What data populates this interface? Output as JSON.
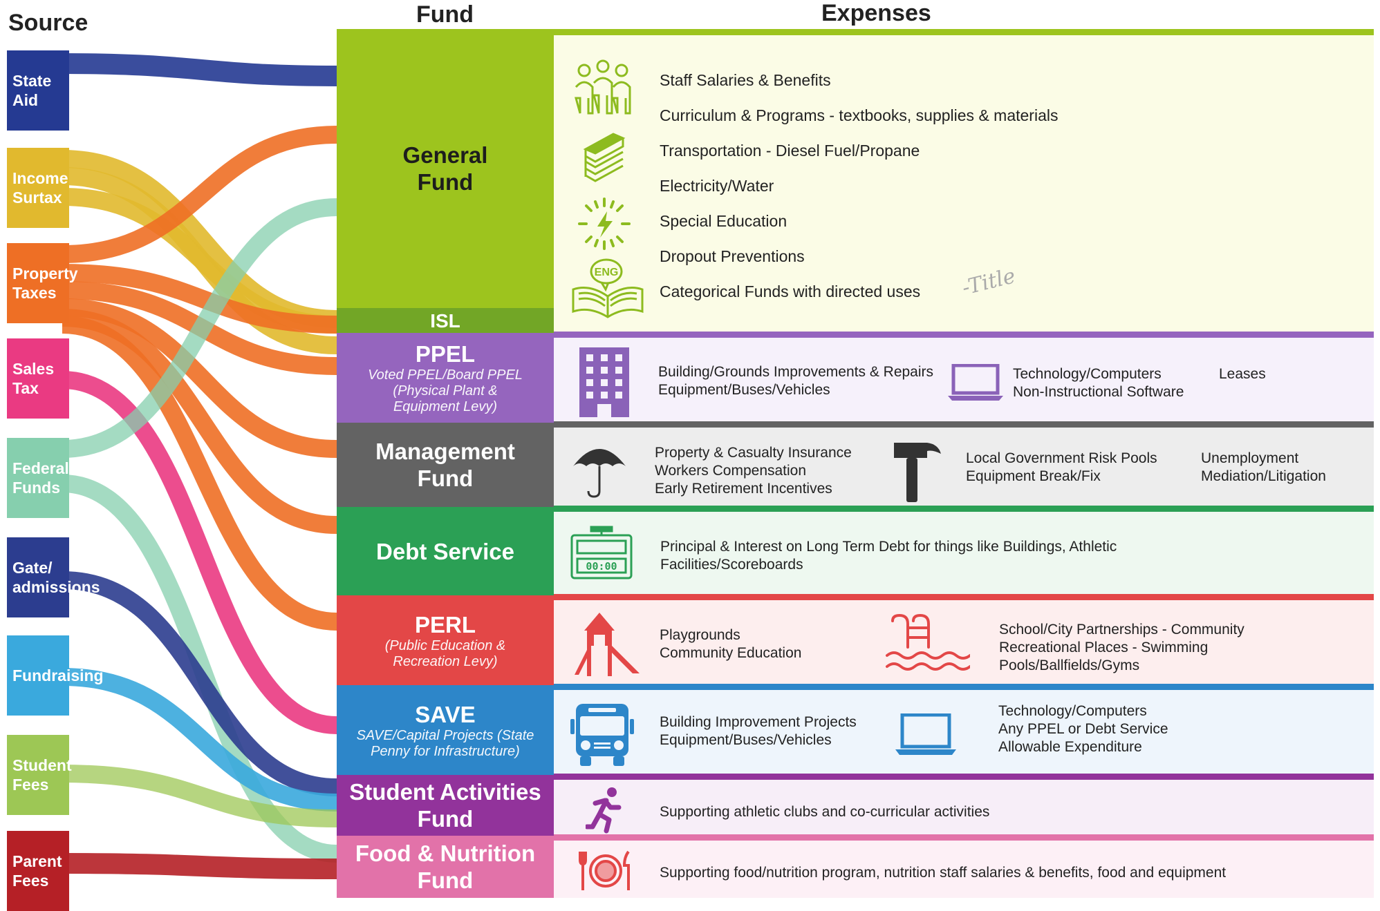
{
  "headers": {
    "source": "Source",
    "fund": "Fund",
    "expenses": "Expenses"
  },
  "colors": {
    "state_aid": "#253a92",
    "income_surtax": "#e1b92e",
    "property_taxes": "#ee6f25",
    "sales_tax": "#ea3a82",
    "federal_funds": "#86cfae",
    "gate_admissions": "#2c3d8f",
    "fundraising": "#3aa9dd",
    "student_fees": "#9dc755",
    "parent_fees": "#b52026",
    "general": "#9dc41e",
    "isl": "#72a626",
    "ppel": "#9565be",
    "management": "#636363",
    "debt": "#2ba055",
    "perl": "#e34747",
    "save": "#2d86c9",
    "activities": "#92339b",
    "food": "#e272a9"
  },
  "sources": [
    {
      "id": "state_aid",
      "label": "State\nAid"
    },
    {
      "id": "income_surtax",
      "label": "Income\nSurtax"
    },
    {
      "id": "property_taxes",
      "label": "Property\nTaxes"
    },
    {
      "id": "sales_tax",
      "label": "Sales Tax"
    },
    {
      "id": "federal_funds",
      "label": "Federal\nFunds"
    },
    {
      "id": "gate_admissions",
      "label": "Gate/\nadmissions"
    },
    {
      "id": "fundraising",
      "label": "Fundraising"
    },
    {
      "id": "student_fees",
      "label": "Student Fees"
    },
    {
      "id": "parent_fees",
      "label": "Parent Fees"
    }
  ],
  "funds": {
    "general": {
      "name": "General\nFund"
    },
    "isl": {
      "name": "ISL"
    },
    "ppel": {
      "name": "PPEL",
      "sub": "Voted PPEL/Board PPEL\n(Physical Plant &\nEquipment Levy)"
    },
    "management": {
      "name": "Management\nFund"
    },
    "debt": {
      "name": "Debt Service"
    },
    "perl": {
      "name": "PERL",
      "sub": "(Public Education &\nRecreation Levy)"
    },
    "save": {
      "name": "SAVE",
      "sub": "SAVE/Capital Projects (State\nPenny for Infrastructure)"
    },
    "activities": {
      "name": "Student Activities\nFund"
    },
    "food": {
      "name": "Food & Nutrition\nFund"
    }
  },
  "expenses": {
    "general": [
      "Staff Salaries & Benefits",
      "Curriculum & Programs - textbooks, supplies & materials",
      "Transportation - Diesel Fuel/Propane",
      "Electricity/Water",
      "Special Education",
      "Dropout Preventions",
      "Categorical Funds with directed uses"
    ],
    "general_handnote": "-Title",
    "ppel": {
      "a": "Building/Grounds Improvements & Repairs\nEquipment/Buses/Vehicles",
      "b": "Technology/Computers\nNon-Instructional Software",
      "c": "Leases"
    },
    "management": {
      "a": "Property & Casualty Insurance\nWorkers Compensation\nEarly Retirement Incentives",
      "b": "Local Government Risk Pools\nEquipment Break/Fix",
      "c": "Unemployment\nMediation/Litigation"
    },
    "debt": "Principal & Interest on Long Term Debt for things like Buildings, Athletic\nFacilities/Scoreboards",
    "perl": {
      "a": "Playgrounds\nCommunity Education",
      "b": "School/City Partnerships - Community\nRecreational Places - Swimming\nPools/Ballfields/Gyms"
    },
    "save": {
      "a": "Building Improvement Projects\nEquipment/Buses/Vehicles",
      "b": "Technology/Computers\nAny PPEL or Debt Service\nAllowable Expenditure"
    },
    "activities": "Supporting athletic clubs and co-curricular activities",
    "food": "Supporting food/nutrition program, nutrition staff salaries & benefits, food and equipment"
  },
  "icons": {
    "staff": "staff-group-icon",
    "books": "books-icon",
    "energy": "lightning-icon",
    "eng": "eng-book-icon",
    "building": "building-icon",
    "laptop": "laptop-icon",
    "umbrella": "umbrella-icon",
    "hammer": "hammer-icon",
    "scoreboard": "scoreboard-icon",
    "playground": "playground-icon",
    "pool": "pool-ladder-icon",
    "bus": "school-bus-icon",
    "runner": "runner-icon",
    "plate": "plate-icon"
  },
  "flows": [
    [
      "state_aid",
      "general"
    ],
    [
      "income_surtax",
      "isl"
    ],
    [
      "income_surtax",
      "ppel"
    ],
    [
      "income_surtax",
      "isl"
    ],
    [
      "property_taxes",
      "general"
    ],
    [
      "property_taxes",
      "isl"
    ],
    [
      "property_taxes",
      "ppel"
    ],
    [
      "property_taxes",
      "management"
    ],
    [
      "property_taxes",
      "debt"
    ],
    [
      "property_taxes",
      "perl"
    ],
    [
      "sales_tax",
      "save"
    ],
    [
      "federal_funds",
      "general"
    ],
    [
      "federal_funds",
      "food"
    ],
    [
      "gate_admissions",
      "activities"
    ],
    [
      "fundraising",
      "activities"
    ],
    [
      "student_fees",
      "activities"
    ],
    [
      "parent_fees",
      "food"
    ]
  ]
}
